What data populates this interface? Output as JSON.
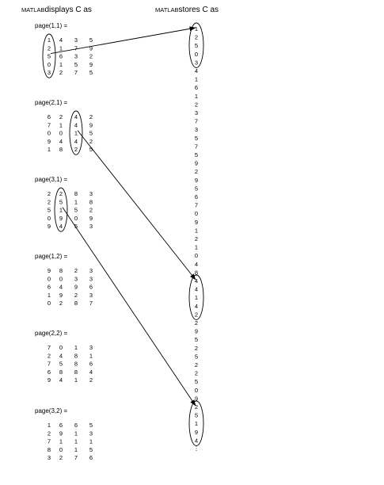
{
  "headers": {
    "left_prefix": "MATLAB",
    "left_suffix": "displays C as",
    "right_prefix": "MATLAB",
    "right_suffix": "stores C as"
  },
  "pages": [
    {
      "label": "page(1,1) =",
      "rows": [
        [
          "1",
          "4",
          "3",
          "5"
        ],
        [
          "2",
          "1",
          "7",
          "9"
        ],
        [
          "5",
          "6",
          "3",
          "2"
        ],
        [
          "0",
          "1",
          "5",
          "9"
        ],
        [
          "3",
          "2",
          "7",
          "5"
        ]
      ]
    },
    {
      "label": "page(2,1) =",
      "rows": [
        [
          "6",
          "2",
          "4",
          "2"
        ],
        [
          "7",
          "1",
          "4",
          "9"
        ],
        [
          "0",
          "0",
          "1",
          "5"
        ],
        [
          "9",
          "4",
          "4",
          "2"
        ],
        [
          "1",
          "8",
          "2",
          "5"
        ]
      ]
    },
    {
      "label": "page(3,1) =",
      "rows": [
        [
          "2",
          "2",
          "8",
          "3"
        ],
        [
          "2",
          "5",
          "1",
          "8"
        ],
        [
          "5",
          "1",
          "5",
          "2"
        ],
        [
          "0",
          "9",
          "0",
          "9"
        ],
        [
          "9",
          "4",
          "5",
          "3"
        ]
      ]
    },
    {
      "label": "page(1,2) =",
      "rows": [
        [
          "9",
          "8",
          "2",
          "3"
        ],
        [
          "0",
          "0",
          "3",
          "3"
        ],
        [
          "6",
          "4",
          "9",
          "6"
        ],
        [
          "1",
          "9",
          "2",
          "3"
        ],
        [
          "0",
          "2",
          "8",
          "7"
        ]
      ]
    },
    {
      "label": "page(2,2) =",
      "rows": [
        [
          "7",
          "0",
          "1",
          "3"
        ],
        [
          "2",
          "4",
          "8",
          "1"
        ],
        [
          "7",
          "5",
          "8",
          "6"
        ],
        [
          "6",
          "8",
          "8",
          "4"
        ],
        [
          "9",
          "4",
          "1",
          "2"
        ]
      ]
    },
    {
      "label": "page(3,2) =",
      "rows": [
        [
          "1",
          "6",
          "6",
          "5"
        ],
        [
          "2",
          "9",
          "1",
          "3"
        ],
        [
          "7",
          "1",
          "1",
          "1"
        ],
        [
          "8",
          "0",
          "1",
          "5"
        ],
        [
          "3",
          "2",
          "7",
          "6"
        ]
      ]
    }
  ],
  "stored": [
    "1",
    "2",
    "5",
    "0",
    "3",
    "4",
    "1",
    "6",
    "1",
    "2",
    "3",
    "7",
    "3",
    "5",
    "7",
    "5",
    "9",
    "2",
    "9",
    "5",
    "6",
    "7",
    "0",
    "9",
    "1",
    "2",
    "1",
    "0",
    "4",
    "8",
    "4",
    "4",
    "1",
    "4",
    "2",
    "2",
    "9",
    "5",
    "2",
    "5",
    "2",
    "2",
    "5",
    "0",
    "9",
    "2",
    "5",
    "1",
    "9",
    "4"
  ],
  "stored_ellipsis": "⋮",
  "highlights": [
    {
      "page": 0,
      "col": 0,
      "store_start": 0
    },
    {
      "page": 1,
      "col": 2,
      "store_start": 30
    },
    {
      "page": 2,
      "col": 1,
      "store_start": 45
    }
  ]
}
